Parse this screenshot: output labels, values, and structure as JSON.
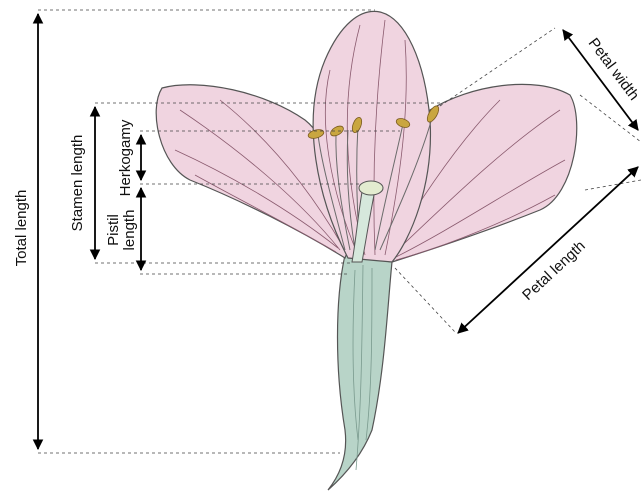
{
  "labels": {
    "total_length": "Total length",
    "stamen_length": "Stamen length",
    "herkogamy": "Herkogamy",
    "pistil_line1": "Pistil",
    "pistil_line2": "length",
    "petal_width": "Petal width",
    "petal_length": "Petal length"
  },
  "colors": {
    "petal_fill": "#f0d4e0",
    "petal_vein": "#8a5a6e",
    "outline": "#555555",
    "stalk_fill": "#b8d4c8",
    "anther": "#c9a640",
    "guide_line": "#444444",
    "arrow": "#000000"
  }
}
